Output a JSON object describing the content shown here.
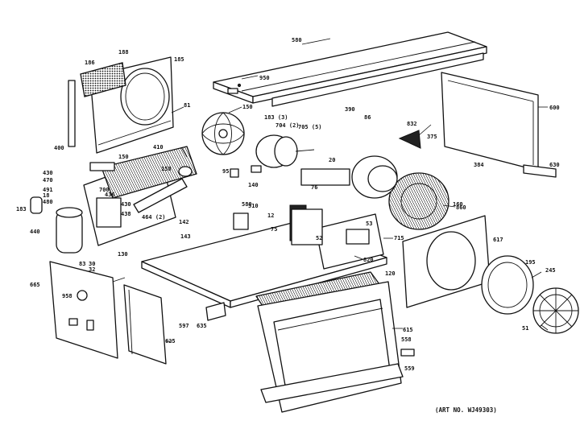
{
  "diagram": {
    "art_number": "(ART NO. WJ49303)",
    "labels": [
      {
        "id": "l-580",
        "text": "580"
      },
      {
        "id": "l-950",
        "text": "950"
      },
      {
        "id": "l-186a",
        "text": "186"
      },
      {
        "id": "l-188",
        "text": "188"
      },
      {
        "id": "l-185",
        "text": "185"
      },
      {
        "id": "l-81",
        "text": "81"
      },
      {
        "id": "l-150",
        "text": "150"
      },
      {
        "id": "l-183",
        "text": "183 (3)"
      },
      {
        "id": "l-704",
        "text": "704 (2)"
      },
      {
        "id": "l-705",
        "text": "705 (5)"
      },
      {
        "id": "l-390",
        "text": "390"
      },
      {
        "id": "l-86",
        "text": "86"
      },
      {
        "id": "l-860",
        "text": "860"
      },
      {
        "id": "l-832",
        "text": "832"
      },
      {
        "id": "l-375",
        "text": "375"
      },
      {
        "id": "l-384",
        "text": "384"
      },
      {
        "id": "l-630",
        "text": "630"
      },
      {
        "id": "l-600",
        "text": "600"
      },
      {
        "id": "l-410",
        "text": "410"
      },
      {
        "id": "l-400",
        "text": "400"
      },
      {
        "id": "l-430",
        "text": "430"
      },
      {
        "id": "l-150b",
        "text": "150"
      },
      {
        "id": "l-158",
        "text": "158"
      },
      {
        "id": "l-95",
        "text": "95"
      },
      {
        "id": "l-140",
        "text": "140"
      },
      {
        "id": "l-20",
        "text": "20"
      },
      {
        "id": "l-76",
        "text": "76"
      },
      {
        "id": "l-12",
        "text": "12"
      },
      {
        "id": "l-75",
        "text": "75"
      },
      {
        "id": "l-580b",
        "text": "580"
      },
      {
        "id": "l-160",
        "text": "160"
      },
      {
        "id": "l-470",
        "text": "470"
      },
      {
        "id": "l-436",
        "text": "436"
      },
      {
        "id": "l-491",
        "text": "491"
      },
      {
        "id": "l-18",
        "text": "18"
      },
      {
        "id": "l-480",
        "text": "480"
      },
      {
        "id": "l-183b",
        "text": "183"
      },
      {
        "id": "l-700",
        "text": "700"
      },
      {
        "id": "l-430b",
        "text": "430"
      },
      {
        "id": "l-438",
        "text": "438"
      },
      {
        "id": "l-464",
        "text": "464 (2)"
      },
      {
        "id": "l-142",
        "text": "142"
      },
      {
        "id": "l-143",
        "text": "143"
      },
      {
        "id": "l-130",
        "text": "130"
      },
      {
        "id": "l-440",
        "text": "440"
      },
      {
        "id": "l-510",
        "text": "510"
      },
      {
        "id": "l-52",
        "text": "52"
      },
      {
        "id": "l-53",
        "text": "53"
      },
      {
        "id": "l-715",
        "text": "715"
      },
      {
        "id": "l-820",
        "text": "820"
      },
      {
        "id": "l-83",
        "text": "83"
      },
      {
        "id": "l-617",
        "text": "617"
      },
      {
        "id": "l-30",
        "text": "30"
      },
      {
        "id": "l-32",
        "text": "32"
      },
      {
        "id": "l-665",
        "text": "665"
      },
      {
        "id": "l-958",
        "text": "958"
      },
      {
        "id": "l-120",
        "text": "120"
      },
      {
        "id": "l-195",
        "text": "195"
      },
      {
        "id": "l-245",
        "text": "245"
      },
      {
        "id": "l-51",
        "text": "51"
      },
      {
        "id": "l-615",
        "text": "615"
      },
      {
        "id": "l-597",
        "text": "597"
      },
      {
        "id": "l-625",
        "text": "625"
      },
      {
        "id": "l-635",
        "text": "635"
      },
      {
        "id": "l-558",
        "text": "558"
      },
      {
        "id": "l-559",
        "text": "559"
      }
    ]
  }
}
